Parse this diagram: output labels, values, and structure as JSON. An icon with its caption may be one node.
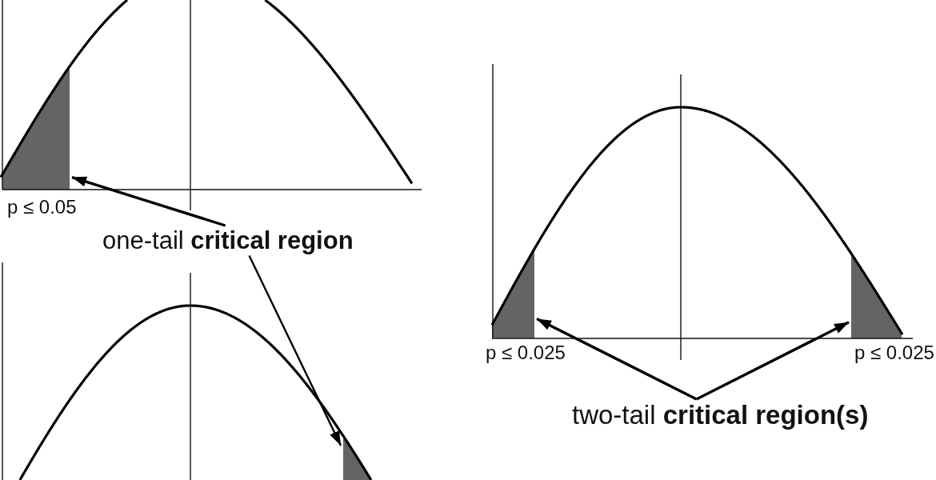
{
  "diagram": {
    "nodes": [
      {
        "text": [],
        "shape": "area",
        "beside": [
          "p ≤ 0.05"
        ]
      },
      {
        "text": [
          "one-tail **critical region**"
        ]
      },
      {
        "text": [],
        "shape": "area"
      },
      {
        "text": [],
        "shape": "area",
        "beside": [
          "p ≤ 0.025"
        ]
      },
      {
        "text": [],
        "shape": "area",
        "beside": [
          "p ≤ 0.025"
        ]
      },
      {
        "text": [
          "two-tail **critical region(s)**"
        ]
      }
    ],
    "edges": [
      {
        "from": 1,
        "to": 0,
        "arrow": "to"
      },
      {
        "from": 1,
        "to": 2,
        "arrow": "to"
      },
      {
        "from": 5,
        "to": 3,
        "arrow": "to"
      },
      {
        "from": 5,
        "to": 4,
        "arrow": "to"
      }
    ]
  }
}
